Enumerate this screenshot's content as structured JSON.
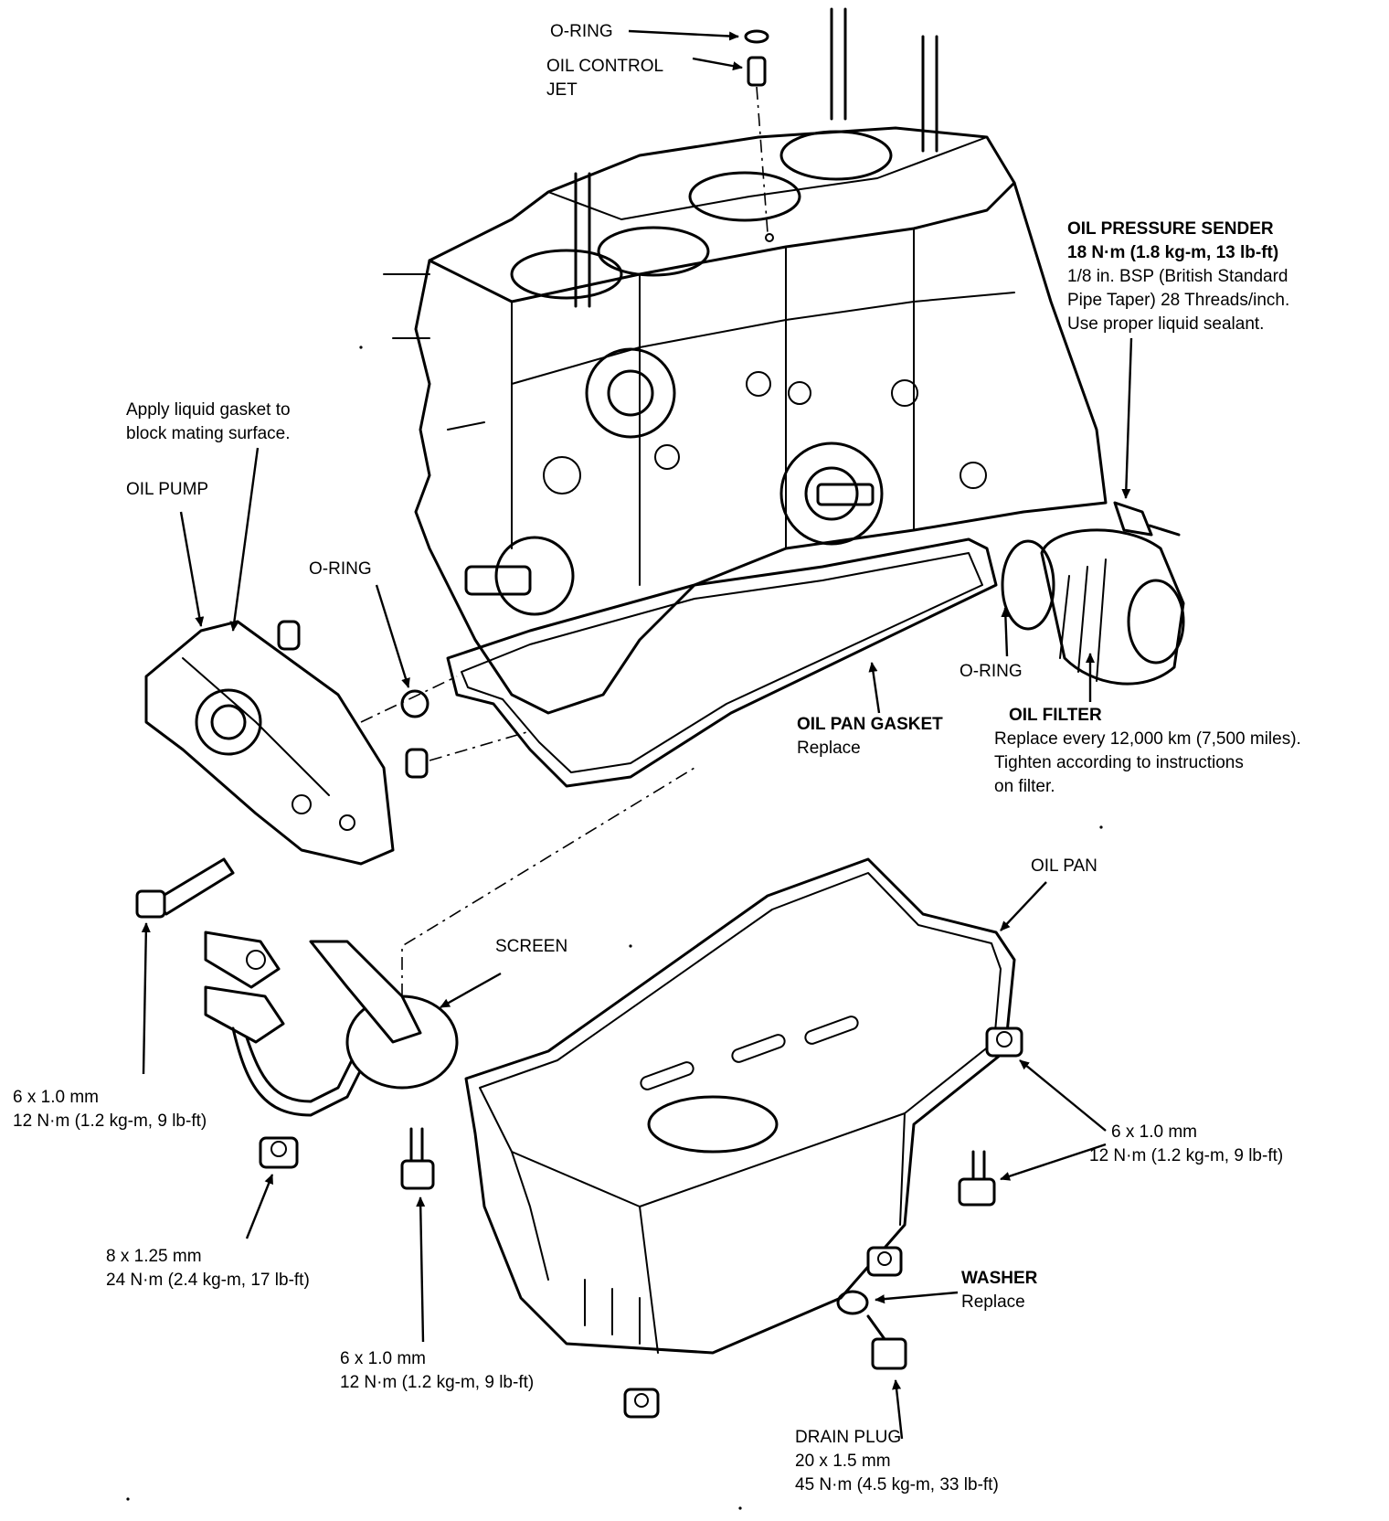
{
  "labels": {
    "oring_top": "O-RING",
    "oil_control_jet": [
      "OIL CONTROL",
      "JET"
    ],
    "oil_pressure_sender": {
      "title": "OIL PRESSURE SENDER",
      "torque": "18 N·m (1.8 kg-m, 13 lb-ft)",
      "notes": [
        "1/8 in. BSP (British Standard",
        "Pipe Taper) 28 Threads/inch.",
        "Use proper liquid sealant."
      ]
    },
    "liquid_gasket_note": [
      "Apply liquid gasket to",
      "block mating surface."
    ],
    "oil_pump": "OIL PUMP",
    "oring_mid": "O-RING",
    "oring_filter": "O-RING",
    "oil_pan_gasket": {
      "title": "OIL PAN GASKET",
      "note": "Replace"
    },
    "oil_filter": {
      "title": "OIL FILTER",
      "notes": [
        "Replace every 12,000 km (7,500 miles).",
        "Tighten according to instructions",
        "on filter."
      ]
    },
    "bolt_left": [
      "6 x 1.0 mm",
      "12 N·m (1.2 kg-m, 9 lb-ft)"
    ],
    "screen": "SCREEN",
    "oil_pan": "OIL PAN",
    "bolt_right": [
      "6 x 1.0 mm",
      "12 N·m (1.2 kg-m, 9 lb-ft)"
    ],
    "bolt_pickup": [
      "8 x 1.25 mm",
      "24 N·m (2.4 kg-m, 17 lb-ft)"
    ],
    "bolt_screen": [
      "6 x 1.0 mm",
      "12 N·m (1.2 kg-m, 9 lb-ft)"
    ],
    "washer": {
      "title": "WASHER",
      "note": "Replace"
    },
    "drain_plug": [
      "DRAIN PLUG",
      "20 x 1.5 mm",
      "45 N·m (4.5 kg-m, 33 lb-ft)"
    ]
  }
}
